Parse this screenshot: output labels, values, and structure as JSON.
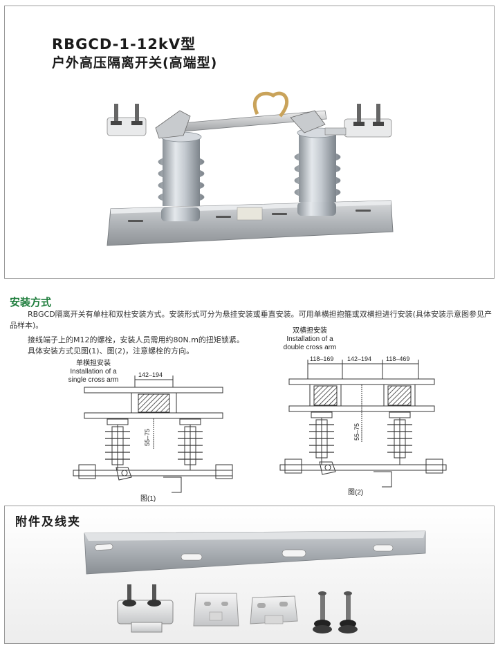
{
  "header": {
    "title_line1": "RBGCD-1-12kV型",
    "title_line2": "户外高压隔离开关(高端型)"
  },
  "installation": {
    "heading": "安装方式",
    "paragraph1": "RBGCD隔离开关有单柱和双柱安装方式。安装形式可分为悬挂安装或垂直安装。可用单横担抱箍或双横担进行安装(具体安装示意图参见产品样本)。",
    "paragraph2": "接线端子上的M12的螺栓，安装人员需用约80N.m的扭矩锁紧。",
    "paragraph3": "具体安装方式见图(1)、图(2)，注意螺栓的方向。"
  },
  "figure1": {
    "label_cn": "单横担安装",
    "label_en_1": "Installation of a",
    "label_en_2": "single cross arm",
    "dim_top": "142–194",
    "dim_vertical": "55–75",
    "caption": "图(1)"
  },
  "figure2": {
    "label_cn": "双横担安装",
    "label_en_1": "Installation of a",
    "label_en_2": "double cross arm",
    "dim_left": "118–169",
    "dim_mid": "142–194",
    "dim_right": "118–469",
    "dim_vertical": "55–75",
    "caption": "图(2)"
  },
  "accessories": {
    "title": "附件及线夹"
  }
}
